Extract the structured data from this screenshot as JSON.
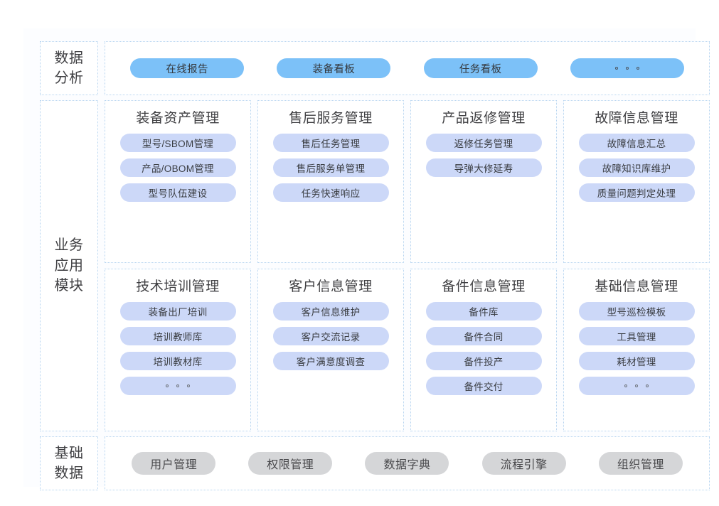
{
  "colors": {
    "pill_blue": "#7cc1f8",
    "pill_item": "#ccd8f8",
    "pill_gray": "#d5d6d8",
    "border_dotted": "#b6d4f0",
    "text": "#3f3f42",
    "background": "#ffffff"
  },
  "bands": {
    "analysis": {
      "rail_label": "数据\n分析",
      "items": [
        {
          "label": "在线报告",
          "is_ellipsis": false
        },
        {
          "label": "装备看板",
          "is_ellipsis": false
        },
        {
          "label": "任务看板",
          "is_ellipsis": false
        },
        {
          "label": "",
          "is_ellipsis": true
        }
      ]
    },
    "business": {
      "rail_label": "业务\n应用\n模块",
      "rows": [
        {
          "cards": [
            {
              "title": "装备资产管理",
              "items": [
                {
                  "label": "型号/SBOM管理",
                  "is_ellipsis": false
                },
                {
                  "label": "产品/OBOM管理",
                  "is_ellipsis": false
                },
                {
                  "label": "型号队伍建设",
                  "is_ellipsis": false
                }
              ]
            },
            {
              "title": "售后服务管理",
              "items": [
                {
                  "label": "售后任务管理",
                  "is_ellipsis": false
                },
                {
                  "label": "售后服务单管理",
                  "is_ellipsis": false
                },
                {
                  "label": "任务快速响应",
                  "is_ellipsis": false
                }
              ]
            },
            {
              "title": "产品返修管理",
              "items": [
                {
                  "label": "返修任务管理",
                  "is_ellipsis": false
                },
                {
                  "label": "导弹大修延寿",
                  "is_ellipsis": false
                }
              ]
            },
            {
              "title": "故障信息管理",
              "items": [
                {
                  "label": "故障信息汇总",
                  "is_ellipsis": false
                },
                {
                  "label": "故障知识库维护",
                  "is_ellipsis": false
                },
                {
                  "label": "质量问题判定处理",
                  "is_ellipsis": false
                }
              ]
            }
          ]
        },
        {
          "cards": [
            {
              "title": "技术培训管理",
              "items": [
                {
                  "label": "装备出厂培训",
                  "is_ellipsis": false
                },
                {
                  "label": "培训教师库",
                  "is_ellipsis": false
                },
                {
                  "label": "培训教材库",
                  "is_ellipsis": false
                },
                {
                  "label": "",
                  "is_ellipsis": true
                }
              ]
            },
            {
              "title": "客户信息管理",
              "items": [
                {
                  "label": "客户信息维护",
                  "is_ellipsis": false
                },
                {
                  "label": "客户交流记录",
                  "is_ellipsis": false
                },
                {
                  "label": "客户满意度调查",
                  "is_ellipsis": false
                }
              ]
            },
            {
              "title": "备件信息管理",
              "items": [
                {
                  "label": "备件库",
                  "is_ellipsis": false
                },
                {
                  "label": "备件合同",
                  "is_ellipsis": false
                },
                {
                  "label": "备件投产",
                  "is_ellipsis": false
                },
                {
                  "label": "备件交付",
                  "is_ellipsis": false
                }
              ]
            },
            {
              "title": "基础信息管理",
              "items": [
                {
                  "label": "型号巡检模板",
                  "is_ellipsis": false
                },
                {
                  "label": "工具管理",
                  "is_ellipsis": false
                },
                {
                  "label": "耗材管理",
                  "is_ellipsis": false
                },
                {
                  "label": "",
                  "is_ellipsis": true
                }
              ]
            }
          ]
        }
      ]
    },
    "basedata": {
      "rail_label": "基础\n数据",
      "items": [
        {
          "label": "用户管理"
        },
        {
          "label": "权限管理"
        },
        {
          "label": "数据字典"
        },
        {
          "label": "流程引擎"
        },
        {
          "label": "组织管理"
        }
      ]
    }
  }
}
